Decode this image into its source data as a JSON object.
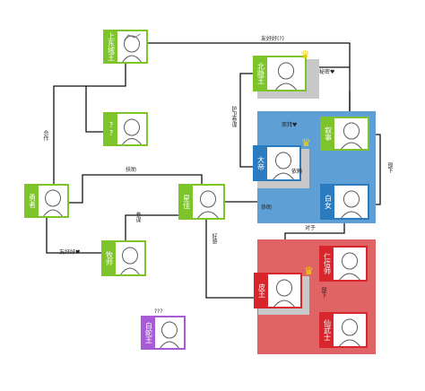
{
  "colors": {
    "green": "#7dc42b",
    "blue": "#2b7bc1",
    "red": "#d9262c",
    "purple": "#a85bd6",
    "blue_region": "#5e9fd6",
    "red_region": "#e06366",
    "crown": "#f2cf0d"
  },
  "nodes": {
    "shangdian": "上东域王",
    "unknown_green": "??",
    "hero": "勇者",
    "priest": "牧师",
    "astrologer": "星佳",
    "northmoon": "北隐王",
    "narrator": "叙事",
    "emperor": "大帝",
    "white_girl": "白女",
    "queen": "皮王",
    "believer": "仁信师",
    "warrior": "仙武士",
    "white_snake": "白蛇王"
  },
  "labels": {
    "friends_q": "友好好(?)",
    "cooperate": "合作",
    "support": "扶助",
    "friendly_good": "友好好♥",
    "advisor": "参谋",
    "guard_advisor": "护卫参谋",
    "secret": "秘密♥",
    "worship": "崇拜♥",
    "dependent": "依赖",
    "subordinate": "部下",
    "collaborate": "协助",
    "like": "好感",
    "subordinate2": "部下",
    "friend_q2": "对于",
    "qqq": "???"
  }
}
